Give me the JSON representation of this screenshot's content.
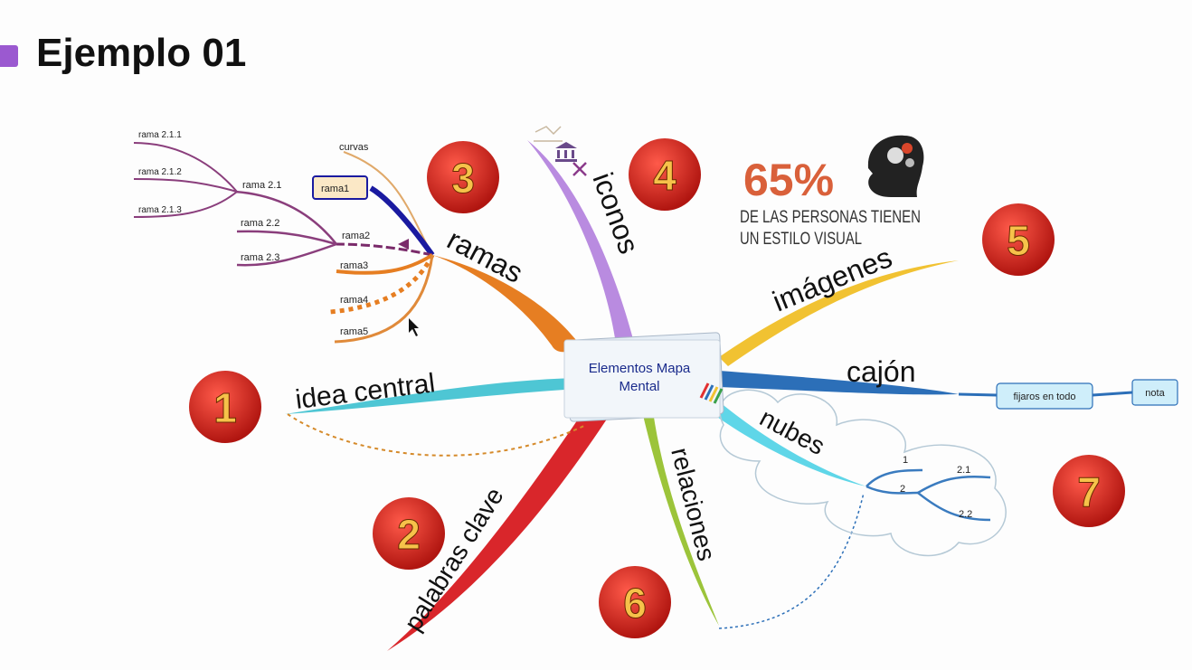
{
  "slide": {
    "title": "Ejemplo 01"
  },
  "center": {
    "line1": "Elementos Mapa",
    "line2": "Mental"
  },
  "branches": {
    "idea_central": "idea central",
    "palabras_clave": "palabras clave",
    "ramas": "ramas",
    "iconos": "iconos",
    "relaciones": "relaciones",
    "nubes": "nubes",
    "imagenes": "imágenes",
    "cajon": "cajón"
  },
  "ramas_detail": {
    "curvas": "curvas",
    "rama1": "rama1",
    "rama2": "rama2",
    "rama3": "rama3",
    "rama4": "rama4",
    "rama5": "rama5",
    "rama_2_1": "rama 2.1",
    "rama_2_2": "rama 2.2",
    "rama_2_3": "rama 2.3",
    "rama_2_1_1": "rama 2.1.1",
    "rama_2_1_2": "rama 2.1.2",
    "rama_2_1_3": "rama 2.1.3"
  },
  "nubes_detail": {
    "n1": "1",
    "n2": "2",
    "n21": "2.1",
    "n22": "2.2"
  },
  "cajon_detail": {
    "box1": "fijaros en todo",
    "box2": "nota"
  },
  "stat": {
    "percent": "65%",
    "line1": "DE LAS PERSONAS TIENEN",
    "line2": "UN ESTILO VISUAL"
  },
  "badges": [
    "1",
    "2",
    "3",
    "4",
    "5",
    "6",
    "7"
  ],
  "icons": [
    "chart-icon",
    "bank-icon",
    "arrows-in-icon",
    "head-gears-icon",
    "cursor-icon",
    "pencils-icon"
  ],
  "colors": {
    "idea_central": "#4ec6d4",
    "palabras_clave": "#d9262b",
    "ramas": "#e67e22",
    "iconos": "#b98be0",
    "relaciones": "#9cc43a",
    "nubes": "#5fd6e8",
    "imagenes": "#f1c232",
    "cajon": "#2c6fb8",
    "badge": "#cc1f1a",
    "badge_text": "#f6c24a",
    "stat": "#d9603a",
    "sub_branches": "#8a3e7c"
  }
}
